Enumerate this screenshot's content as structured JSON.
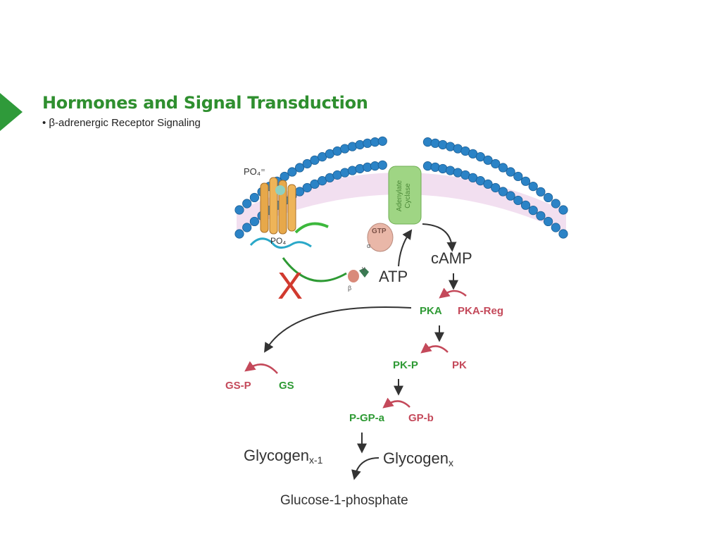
{
  "slide": {
    "title": "Hormones and Signal Transduction",
    "bullet": "• β-adrenergic Receptor Signaling"
  },
  "diagram": {
    "po4_top": "PO₄⁼",
    "po4_inner": "PO₄",
    "adenylate_cyclase_line1": "Adenylate",
    "adenylate_cyclase_line2": "Cyclase",
    "gtp": "GTP",
    "alpha": "α",
    "beta": "β",
    "gamma": "γ",
    "atp": "ATP",
    "camp": "cAMP",
    "pka": "PKA",
    "pka_reg": "PKA-Reg",
    "pk_p": "PK-P",
    "pk": "PK",
    "gs_p": "GS-P",
    "gs": "GS",
    "p_gp_a": "P-GP-a",
    "gp_b": "GP-b",
    "glycogen_left": "Glycogen",
    "glycogen_left_sub": "x-1",
    "glycogen_right": "Glycogen",
    "glycogen_right_sub": "x",
    "glucose": "Glucose-1-phosphate",
    "block_mark": "X"
  },
  "colors": {
    "green": "#2e9a34",
    "red": "#c4495a",
    "membrane_blue": "#2b83c6",
    "receptor": "#e7a84a"
  }
}
